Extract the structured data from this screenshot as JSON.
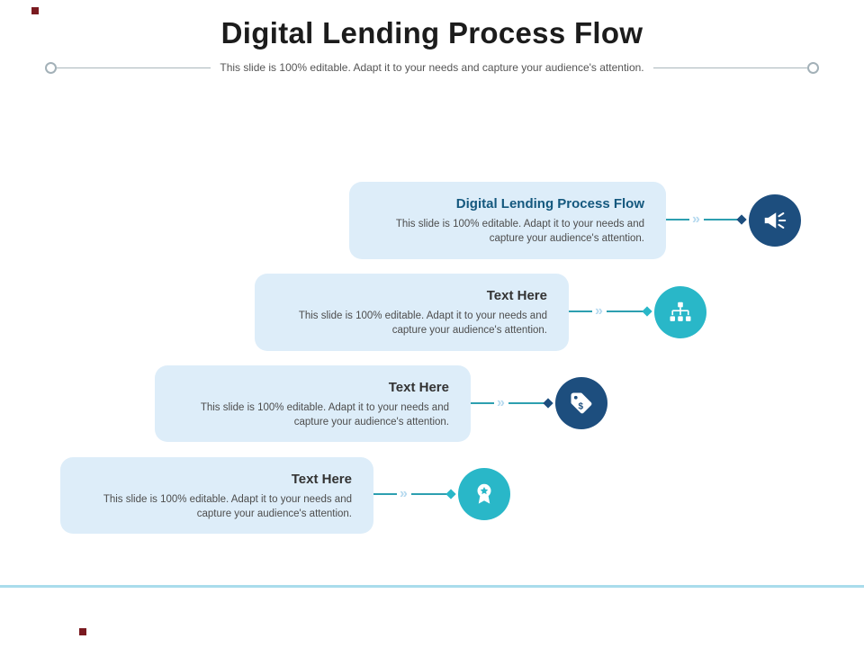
{
  "slide": {
    "title": "Digital Lending Process Flow",
    "subtitle": "This slide is 100% editable. Adapt it to your needs and capture your audience's attention."
  },
  "connector_glyph": "»",
  "steps": [
    {
      "title": "Digital Lending Process Flow",
      "desc": "This slide is 100% editable. Adapt it to your needs and capture your audience's attention.",
      "icon": "megaphone-icon",
      "theme": "navy"
    },
    {
      "title": "Text Here",
      "desc": "This slide is 100% editable. Adapt it to your needs and capture your audience's attention.",
      "icon": "hierarchy-icon",
      "theme": "teal"
    },
    {
      "title": "Text Here",
      "desc": "This slide is 100% editable. Adapt it to your needs and capture your audience's attention.",
      "icon": "price-tag-icon",
      "theme": "navy"
    },
    {
      "title": "Text Here",
      "desc": "This slide is 100% editable. Adapt it to your needs and capture your audience's attention.",
      "icon": "award-ribbon-icon",
      "theme": "teal"
    }
  ],
  "colors": {
    "navy": "#1d4e7e",
    "teal": "#29b7c8",
    "card_bg": "#ddedf9",
    "connector_line": "#2d9fb0",
    "chevron": "#b5d9ef",
    "step1_title": "#14587e",
    "body_text": "#4d4d4d",
    "title_text": "#1c1c1c",
    "bottom_line": "#a9dcec",
    "corner_accent": "#7a1a20"
  }
}
